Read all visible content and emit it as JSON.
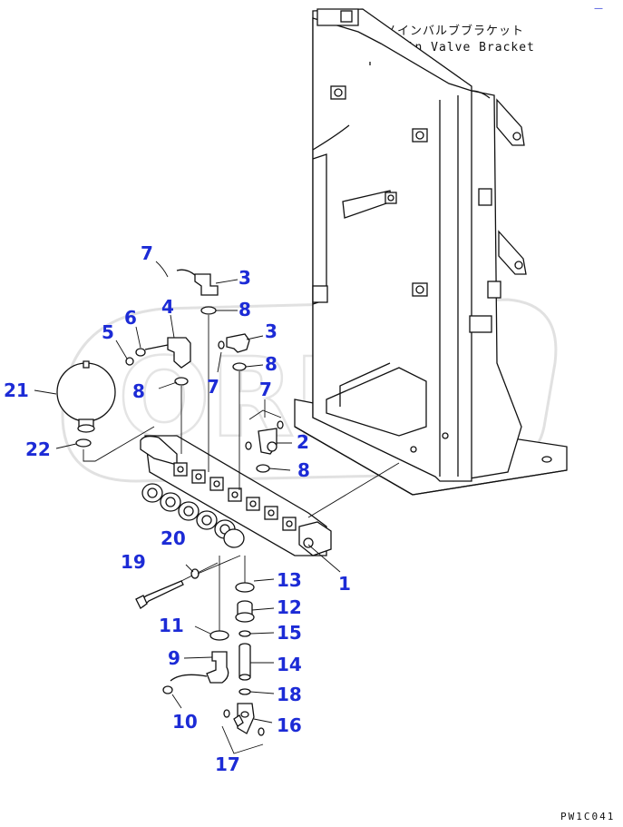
{
  "bracket_label": {
    "japanese": "メインバルブブラケット",
    "english": "Main Valve Bracket"
  },
  "watermark": "OREX",
  "drawing_code": "PW1C041",
  "corner_mark": "—",
  "colors": {
    "callout": "#1c2bd6",
    "line": "#111111"
  },
  "callouts": [
    {
      "id": "c7a",
      "text": "7"
    },
    {
      "id": "c3a",
      "text": "3"
    },
    {
      "id": "c8a",
      "text": "8"
    },
    {
      "id": "c6",
      "text": "6"
    },
    {
      "id": "c4",
      "text": "4"
    },
    {
      "id": "c5",
      "text": "5"
    },
    {
      "id": "c3b",
      "text": "3"
    },
    {
      "id": "c8b",
      "text": "8"
    },
    {
      "id": "c21",
      "text": "21"
    },
    {
      "id": "c8c",
      "text": "8"
    },
    {
      "id": "c7b",
      "text": "7"
    },
    {
      "id": "c7c",
      "text": "7"
    },
    {
      "id": "c2",
      "text": "2"
    },
    {
      "id": "c22",
      "text": "22"
    },
    {
      "id": "c8d",
      "text": "8"
    },
    {
      "id": "c20",
      "text": "20"
    },
    {
      "id": "c19",
      "text": "19"
    },
    {
      "id": "c1",
      "text": "1"
    },
    {
      "id": "c13",
      "text": "13"
    },
    {
      "id": "c12",
      "text": "12"
    },
    {
      "id": "c11",
      "text": "11"
    },
    {
      "id": "c15",
      "text": "15"
    },
    {
      "id": "c9",
      "text": "9"
    },
    {
      "id": "c14",
      "text": "14"
    },
    {
      "id": "c18",
      "text": "18"
    },
    {
      "id": "c10",
      "text": "10"
    },
    {
      "id": "c16",
      "text": "16"
    },
    {
      "id": "c17",
      "text": "17"
    }
  ]
}
